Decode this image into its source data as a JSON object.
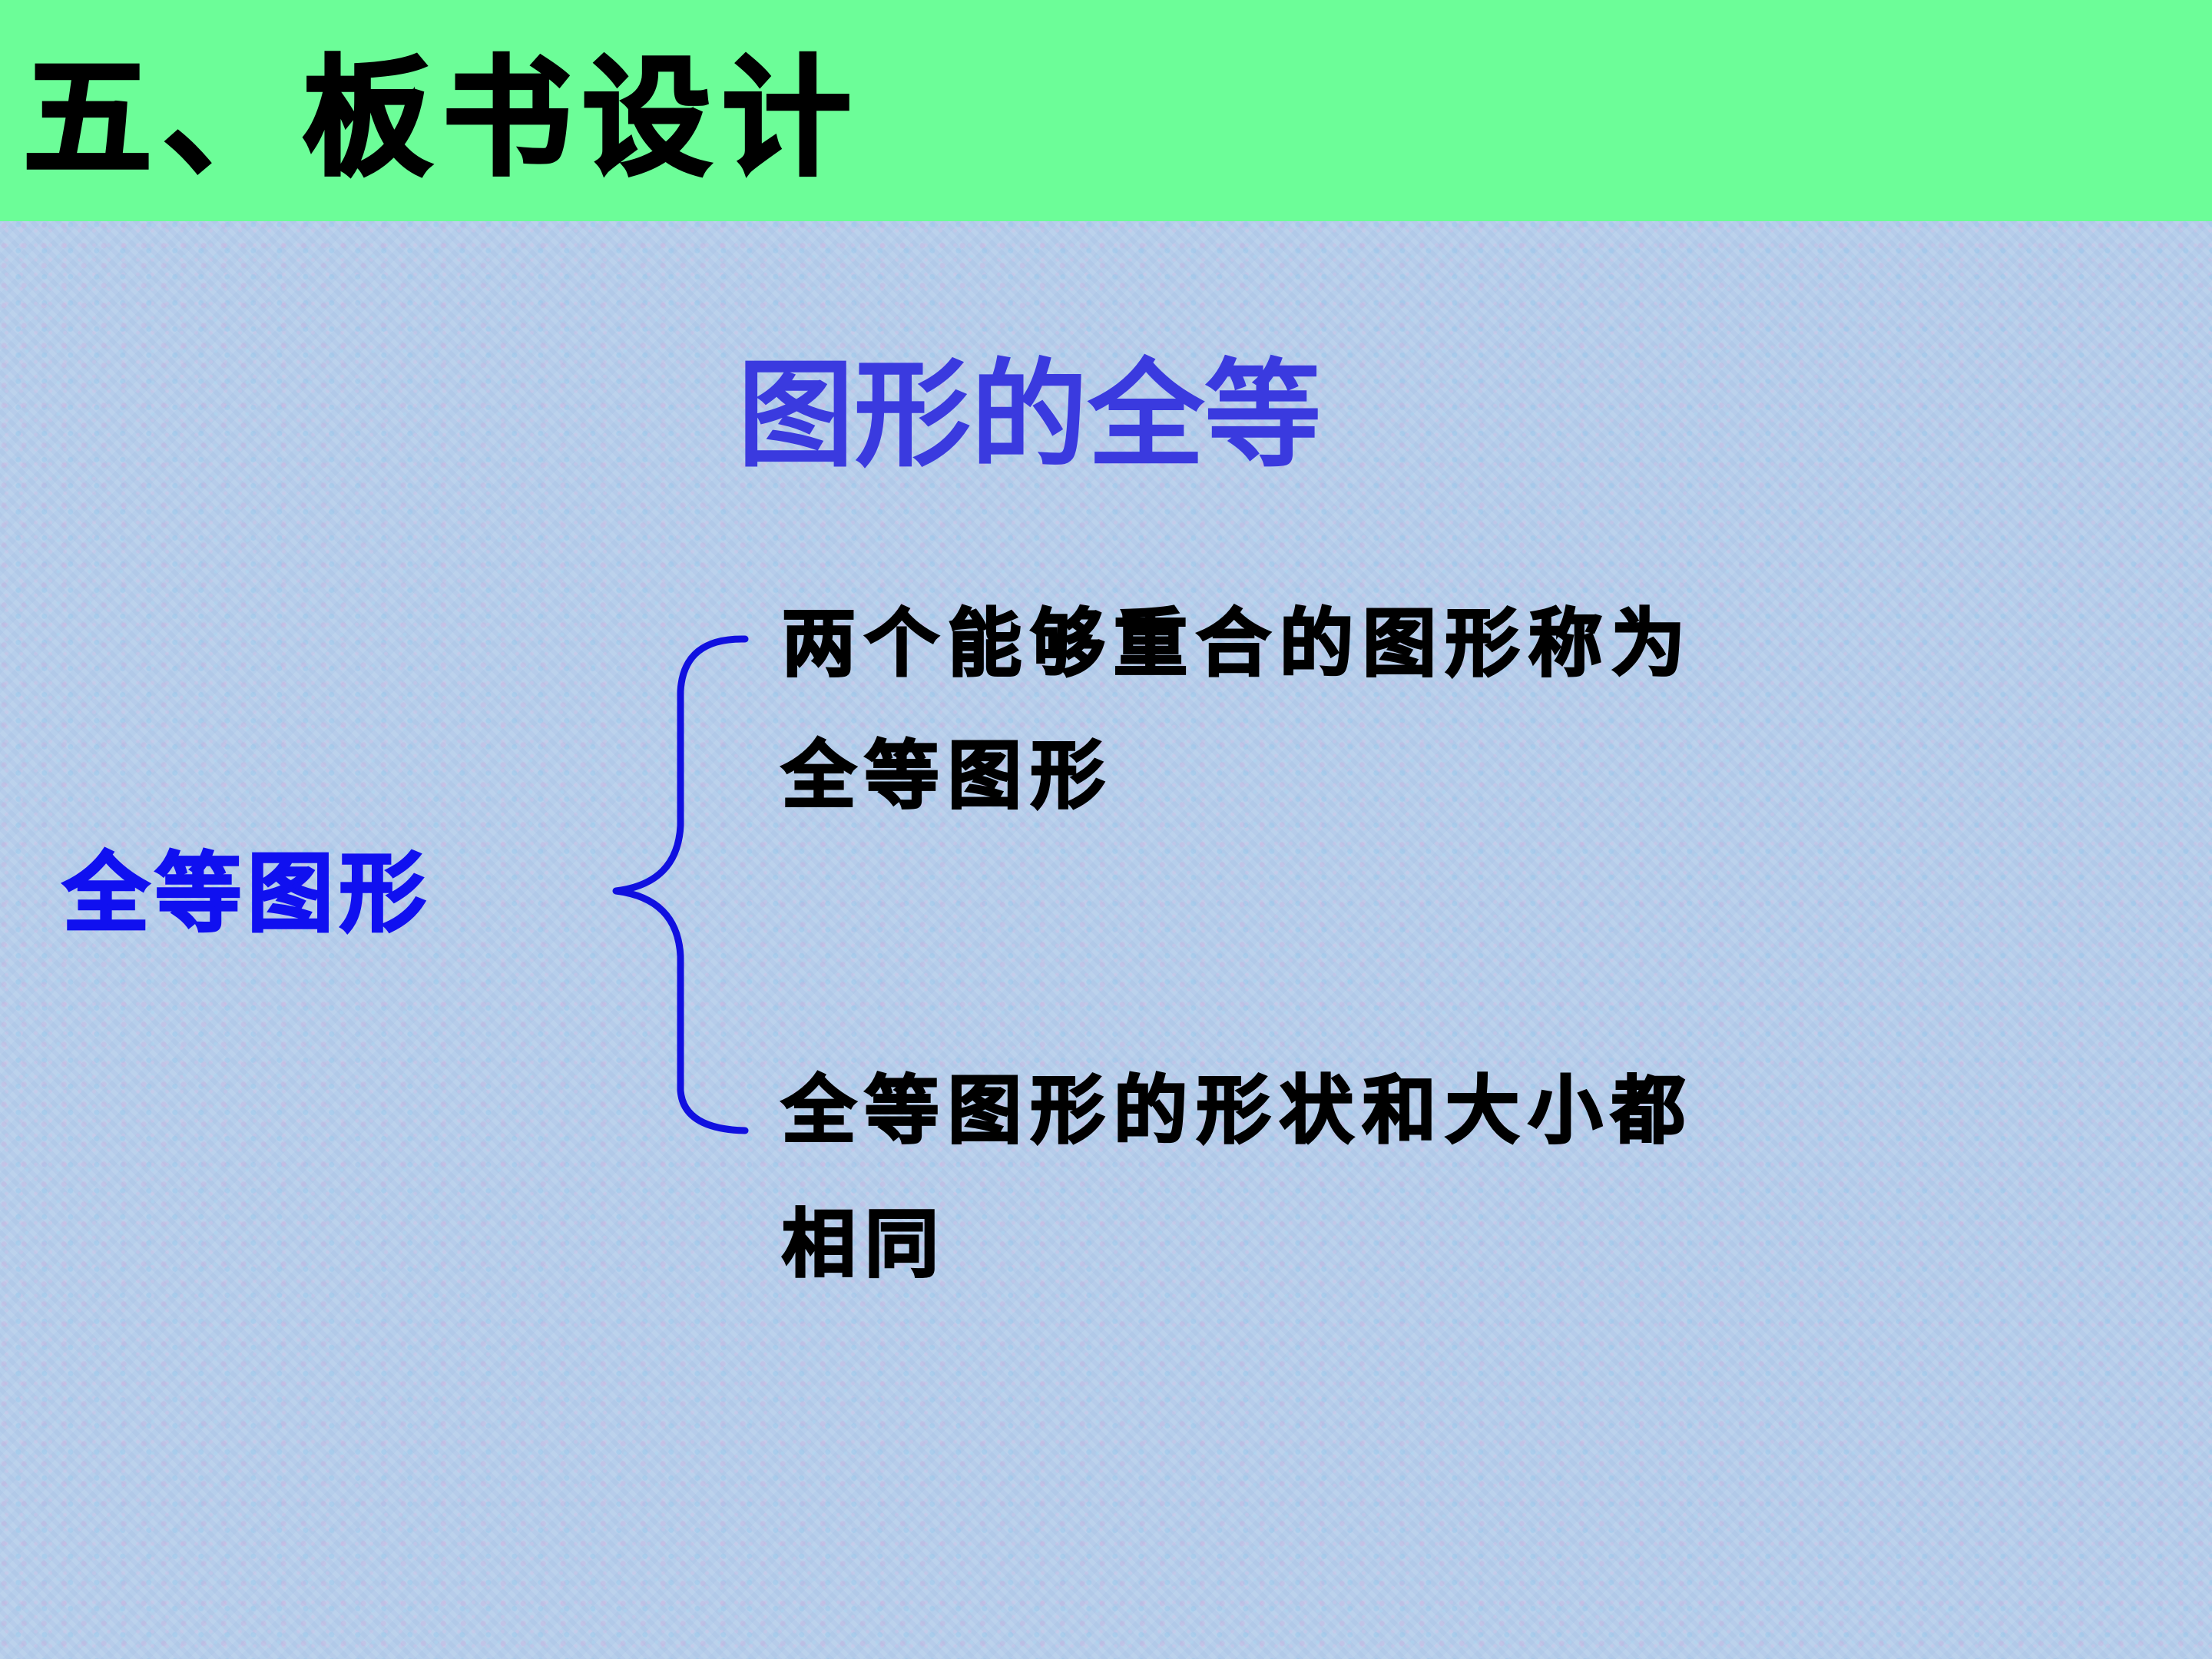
{
  "header": {
    "title": "五、板书设计"
  },
  "subtitle": "图形的全等",
  "term": "全等图形",
  "definition": {
    "line1": "两个能够重合的图形称为",
    "line2": "全等图形"
  },
  "property": {
    "line1": "全等图形的形状和大小都",
    "line2": "相同"
  },
  "colors": {
    "header_background": "#6cfd98",
    "subtitle": "#3a3adf",
    "term": "#1010f0",
    "brace": "#1010e0",
    "body_text": "#000000"
  }
}
